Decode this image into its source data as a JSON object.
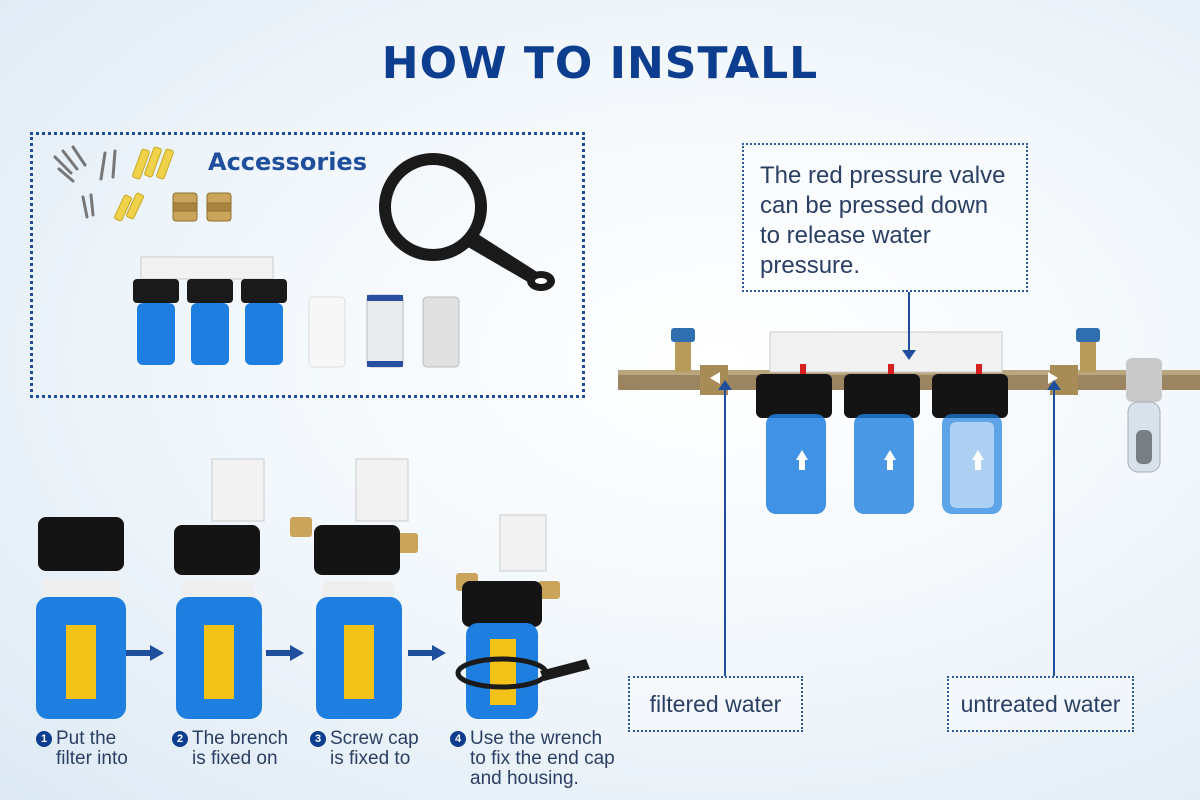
{
  "title": "HOW TO INSTALL",
  "accessories": {
    "label": "Accessories"
  },
  "diagram": {
    "valve_note": "The red pressure valve can be pressed down to release water pressure.",
    "filtered_label": "filtered water",
    "untreated_label": "untreated water"
  },
  "steps": [
    {
      "number": "1",
      "text": "Put the\nfilter into"
    },
    {
      "number": "2",
      "text": "The brench\nis fixed on"
    },
    {
      "number": "3",
      "text": "Screw cap\nis fixed to"
    },
    {
      "number": "4",
      "text": "Use the wrench\nto fix the end cap\nand housing."
    }
  ],
  "colors": {
    "title": "#0d3d8f",
    "housing_blue": "#1e7fe0",
    "cap_black": "#111111",
    "brass": "#b89a5a",
    "pipe": "#9a8560",
    "bracket_white": "#f2f2f2",
    "label_yellow": "#f3c218"
  }
}
